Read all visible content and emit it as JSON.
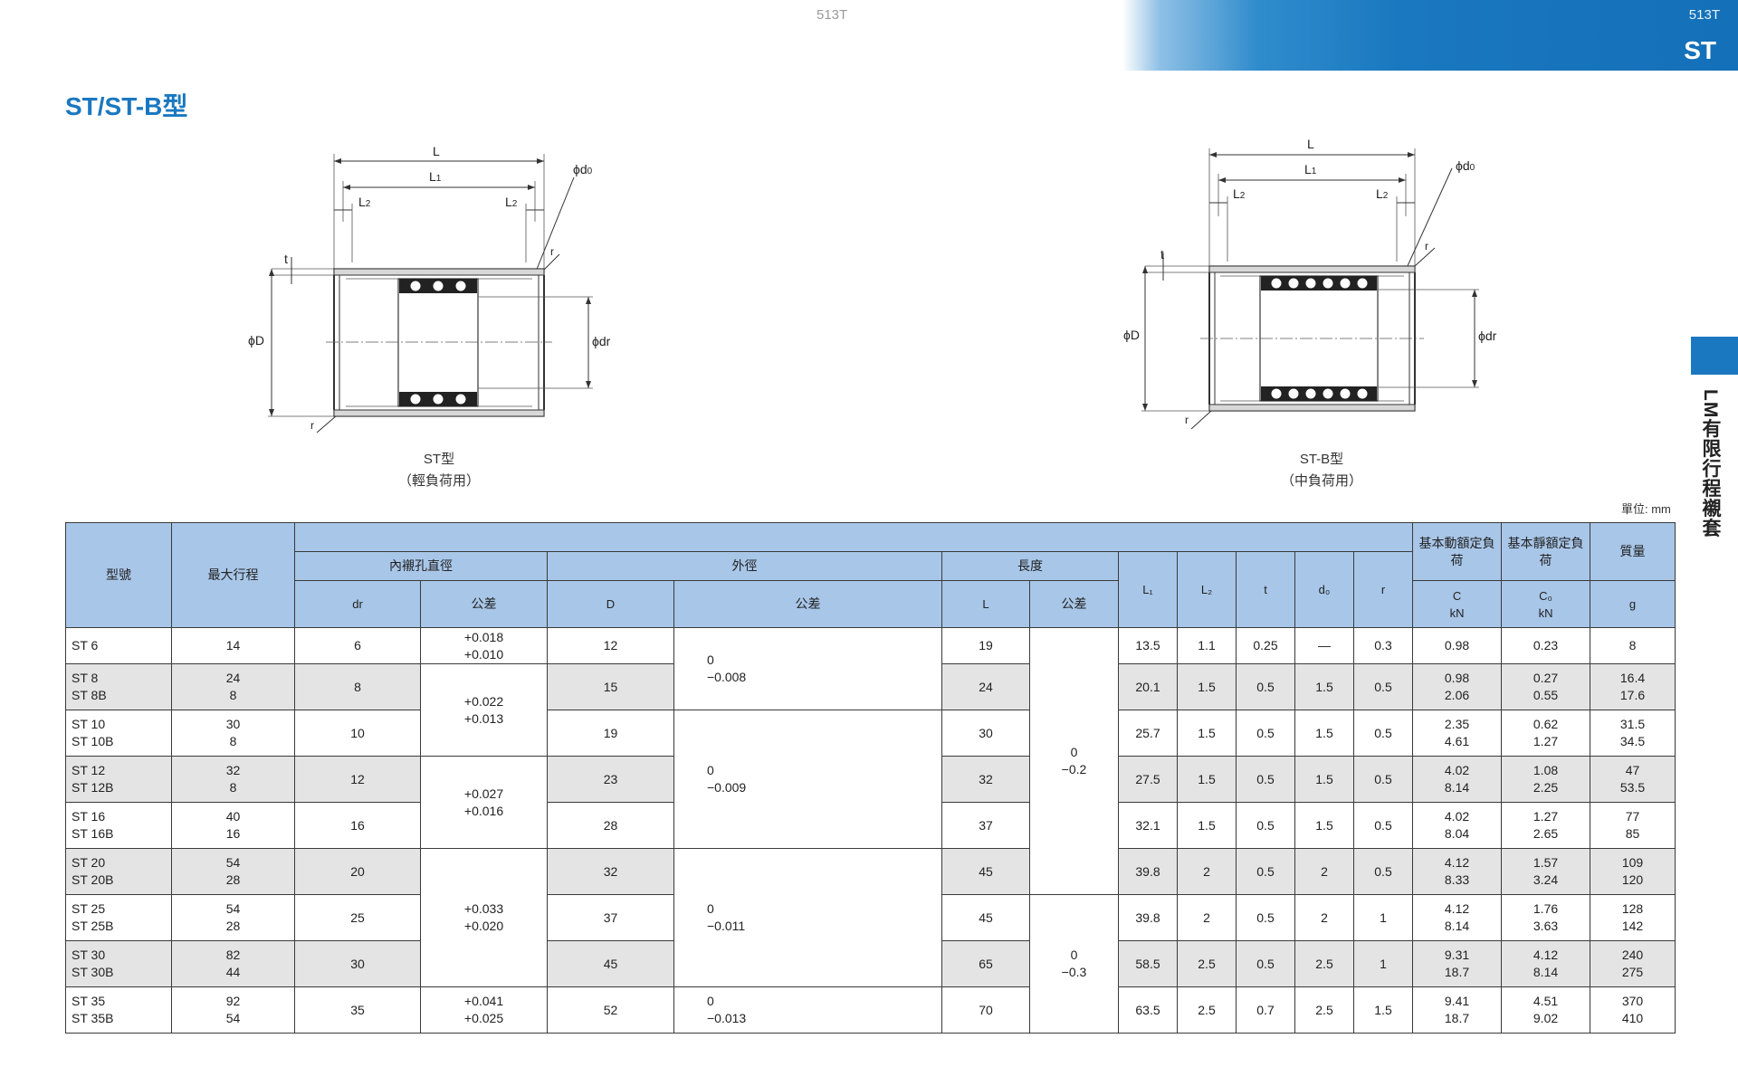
{
  "header": {
    "page_left": "513T",
    "page_right": "513T",
    "series": "ST"
  },
  "title": "ST/ST-B型",
  "side_label": "LM有限行程襯套",
  "drawings": {
    "left": {
      "caption_line1": "ST型",
      "caption_line2": "（輕負荷用）",
      "labels": {
        "L": "L",
        "L1": "L",
        "L1_sub": "1",
        "L2": "L",
        "L2_sub": "2",
        "d0": "ϕd",
        "d0_sub": "0",
        "t": "t",
        "r": "r",
        "D": "ϕD",
        "dr": "ϕdr"
      }
    },
    "right": {
      "caption_line1": "ST-B型",
      "caption_line2": "（中負荷用）",
      "labels": {
        "L": "L",
        "L1": "L",
        "L1_sub": "1",
        "L2": "L",
        "L2_sub": "2",
        "d0": "ϕd",
        "d0_sub": "0",
        "t": "t",
        "r": "r",
        "D": "ϕD",
        "dr": "ϕdr"
      }
    }
  },
  "unit_note": "單位: mm",
  "table": {
    "headers": {
      "model": "型號",
      "max_stroke": "最大行程",
      "bore_group": "內襯孔直徑",
      "od_group": "外徑",
      "len_group": "長度",
      "dr": "dr",
      "tol": "公差",
      "D": "D",
      "L": "L",
      "L1": "L₁",
      "L2": "L₂",
      "t": "t",
      "d0": "d₀",
      "r": "r",
      "dyn_load": "基本動額定負荷",
      "dyn_sym": "C",
      "dyn_unit": "kN",
      "stat_load": "基本靜額定負荷",
      "stat_sym": "C₀",
      "stat_unit": "kN",
      "mass": "質量",
      "mass_unit": "g"
    },
    "rows": [
      {
        "model": [
          "ST 6"
        ],
        "stroke": [
          "14"
        ],
        "dr": "6",
        "D": "12",
        "L": "19",
        "L1": "13.5",
        "L2": "1.1",
        "t": "0.25",
        "d0": "—",
        "r": "0.3",
        "C": [
          "0.98"
        ],
        "C0": [
          "0.23"
        ],
        "mass": [
          "8"
        ]
      },
      {
        "model": [
          "ST 8",
          "ST 8B"
        ],
        "stroke": [
          "24",
          "8"
        ],
        "dr": "8",
        "D": "15",
        "L": "24",
        "L1": "20.1",
        "L2": "1.5",
        "t": "0.5",
        "d0": "1.5",
        "r": "0.5",
        "C": [
          "0.98",
          "2.06"
        ],
        "C0": [
          "0.27",
          "0.55"
        ],
        "mass": [
          "16.4",
          "17.6"
        ]
      },
      {
        "model": [
          "ST 10",
          "ST 10B"
        ],
        "stroke": [
          "30",
          "8"
        ],
        "dr": "10",
        "D": "19",
        "L": "30",
        "L1": "25.7",
        "L2": "1.5",
        "t": "0.5",
        "d0": "1.5",
        "r": "0.5",
        "C": [
          "2.35",
          "4.61"
        ],
        "C0": [
          "0.62",
          "1.27"
        ],
        "mass": [
          "31.5",
          "34.5"
        ]
      },
      {
        "model": [
          "ST 12",
          "ST 12B"
        ],
        "stroke": [
          "32",
          "8"
        ],
        "dr": "12",
        "D": "23",
        "L": "32",
        "L1": "27.5",
        "L2": "1.5",
        "t": "0.5",
        "d0": "1.5",
        "r": "0.5",
        "C": [
          "4.02",
          "8.14"
        ],
        "C0": [
          "1.08",
          "2.25"
        ],
        "mass": [
          "47",
          "53.5"
        ]
      },
      {
        "model": [
          "ST 16",
          "ST 16B"
        ],
        "stroke": [
          "40",
          "16"
        ],
        "dr": "16",
        "D": "28",
        "L": "37",
        "L1": "32.1",
        "L2": "1.5",
        "t": "0.5",
        "d0": "1.5",
        "r": "0.5",
        "C": [
          "4.02",
          "8.04"
        ],
        "C0": [
          "1.27",
          "2.65"
        ],
        "mass": [
          "77",
          "85"
        ]
      },
      {
        "model": [
          "ST 20",
          "ST 20B"
        ],
        "stroke": [
          "54",
          "28"
        ],
        "dr": "20",
        "D": "32",
        "L": "45",
        "L1": "39.8",
        "L2": "2",
        "t": "0.5",
        "d0": "2",
        "r": "0.5",
        "C": [
          "4.12",
          "8.33"
        ],
        "C0": [
          "1.57",
          "3.24"
        ],
        "mass": [
          "109",
          "120"
        ]
      },
      {
        "model": [
          "ST 25",
          "ST 25B"
        ],
        "stroke": [
          "54",
          "28"
        ],
        "dr": "25",
        "D": "37",
        "L": "45",
        "L1": "39.8",
        "L2": "2",
        "t": "0.5",
        "d0": "2",
        "r": "1",
        "C": [
          "4.12",
          "8.14"
        ],
        "C0": [
          "1.76",
          "3.63"
        ],
        "mass": [
          "128",
          "142"
        ]
      },
      {
        "model": [
          "ST 30",
          "ST 30B"
        ],
        "stroke": [
          "82",
          "44"
        ],
        "dr": "30",
        "D": "45",
        "L": "65",
        "L1": "58.5",
        "L2": "2.5",
        "t": "0.5",
        "d0": "2.5",
        "r": "1",
        "C": [
          "9.31",
          "18.7"
        ],
        "C0": [
          "4.12",
          "8.14"
        ],
        "mass": [
          "240",
          "275"
        ]
      },
      {
        "model": [
          "ST 35",
          "ST 35B"
        ],
        "stroke": [
          "92",
          "54"
        ],
        "dr": "35",
        "D": "52",
        "L": "70",
        "L1": "63.5",
        "L2": "2.5",
        "t": "0.7",
        "d0": "2.5",
        "r": "1.5",
        "C": [
          "9.41",
          "18.7"
        ],
        "C0": [
          "4.51",
          "9.02"
        ],
        "mass": [
          "370",
          "410"
        ]
      }
    ],
    "dr_tolerances": [
      {
        "lines": [
          "+0.018",
          "+0.010"
        ]
      },
      {
        "lines": [
          "+0.022",
          "+0.013"
        ]
      },
      {
        "lines": [
          "+0.027",
          "+0.016"
        ]
      },
      {
        "lines": [
          "+0.033",
          "+0.020"
        ]
      },
      {
        "lines": [
          "+0.041",
          "+0.025"
        ]
      }
    ],
    "D_tolerances": [
      {
        "lines": [
          "0",
          "−0.008"
        ]
      },
      {
        "lines": [
          "0",
          "−0.009"
        ]
      },
      {
        "lines": [
          "0",
          "−0.011"
        ]
      },
      {
        "lines": [
          "0",
          "−0.013"
        ]
      }
    ],
    "L_tolerances": [
      {
        "lines": [
          "0",
          "−0.2"
        ]
      },
      {
        "lines": [
          "0",
          "−0.3"
        ]
      }
    ]
  }
}
